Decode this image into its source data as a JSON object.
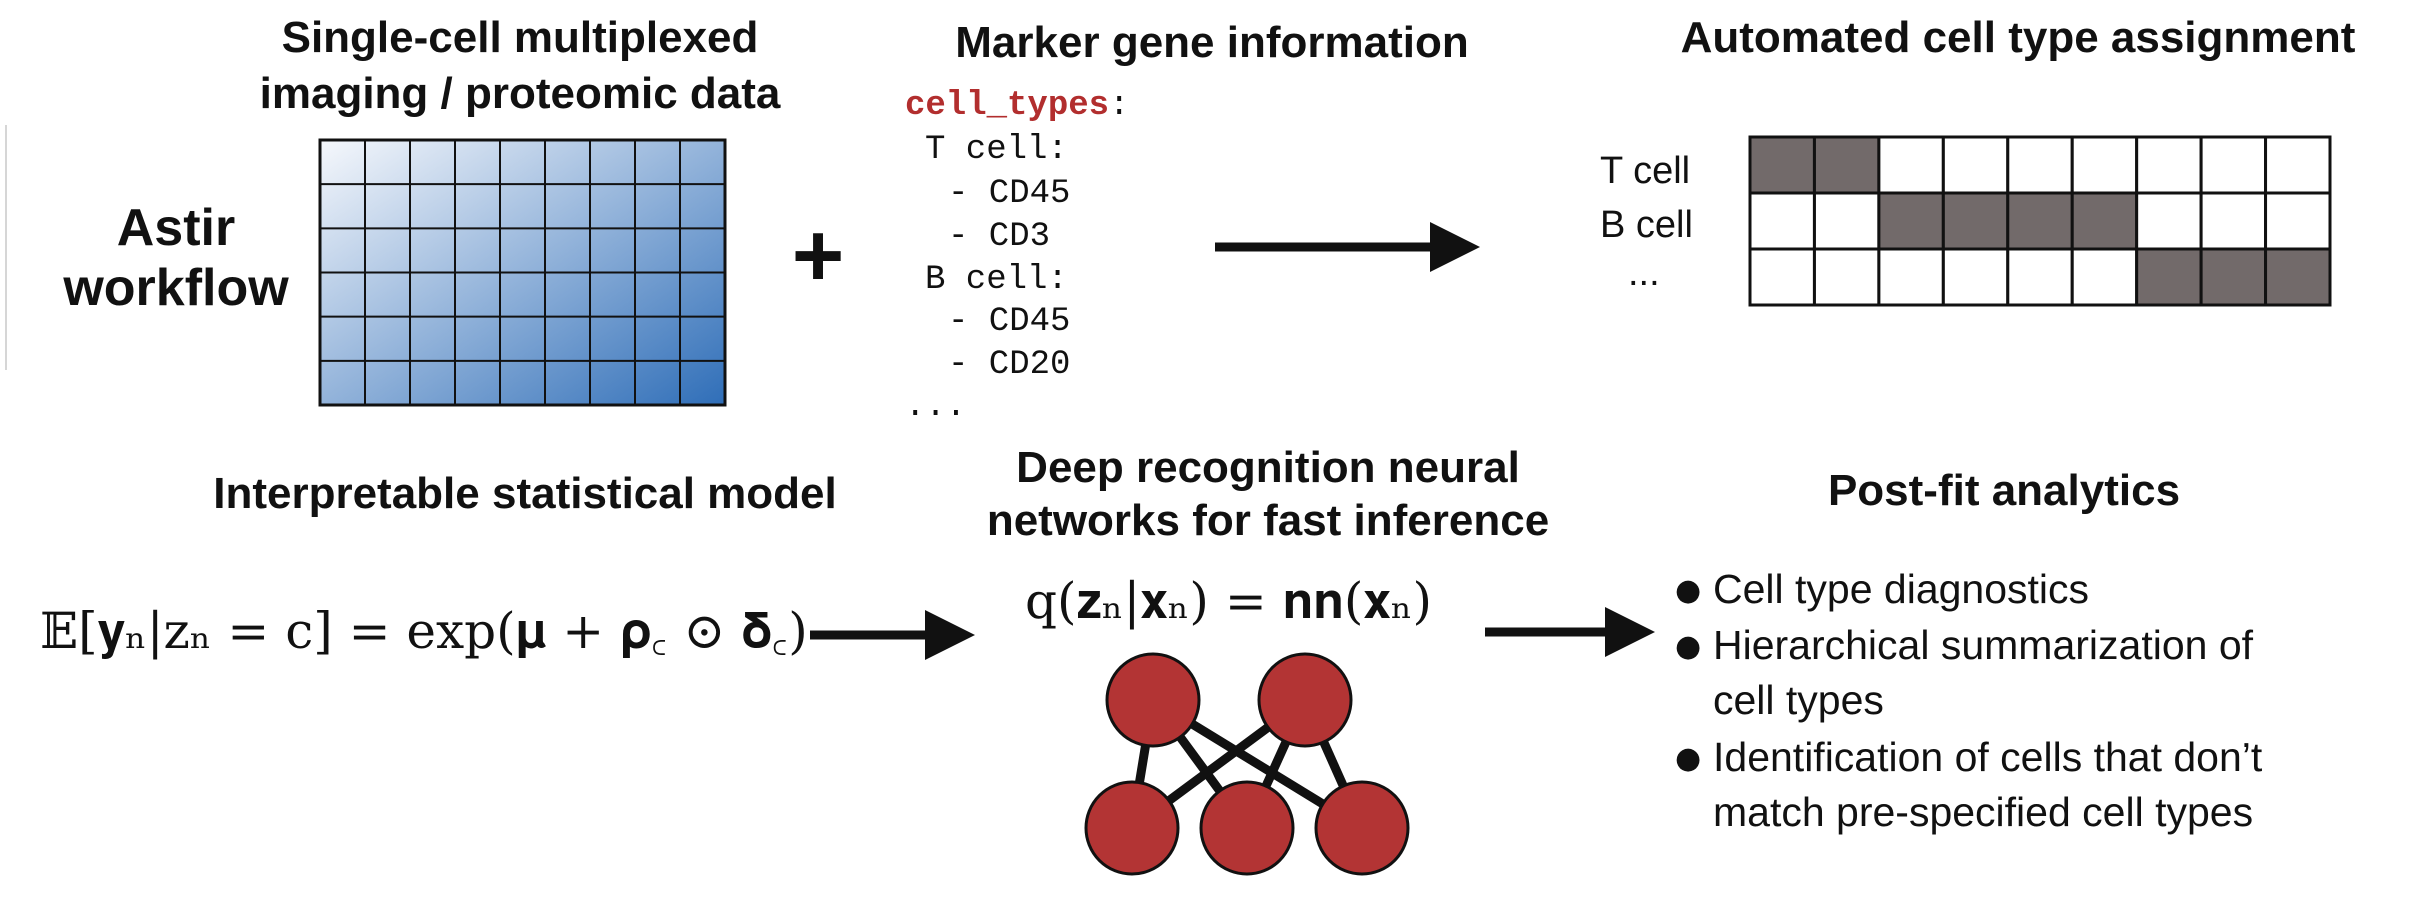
{
  "workflow_label": [
    "Astir",
    "workflow"
  ],
  "panels": {
    "input_data": {
      "title": [
        "Single-cell multiplexed",
        "imaging / proteomic data"
      ],
      "grid_rows": 6,
      "grid_cols": 9,
      "gradient_colors": [
        "#f6f8fc",
        "#2f6eb8"
      ]
    },
    "plus_sign": "+",
    "marker_info": {
      "title": "Marker gene information",
      "key": "cell_types",
      "colon": ":",
      "lines": [
        "T cell:",
        "- CD45",
        "- CD3",
        "B cell:",
        "- CD45",
        "- CD20",
        "..."
      ]
    },
    "assignment": {
      "title": "Automated cell type assignment",
      "row_labels": [
        "T cell",
        "B cell",
        "..."
      ],
      "grid_rows": 3,
      "grid_cols": 9,
      "filled_spans": [
        [
          0,
          1
        ],
        [
          2,
          5
        ],
        [
          6,
          8
        ]
      ],
      "fill_color": "#726a6a"
    },
    "model": {
      "title": "Interpretable statistical model",
      "equation": "𝔼[𝐲ₙ|zₙ = c] = exp(𝛍 + 𝛒꜀ ⊙ 𝛅꜀)"
    },
    "inference": {
      "title": [
        "Deep recognition neural",
        "networks for fast inference"
      ],
      "equation": "q(𝐳ₙ|𝐱ₙ) = 𝐧𝐧(𝐱ₙ)",
      "node_color": "#b33434"
    },
    "analytics": {
      "title": "Post-fit analytics",
      "bullet_char": "●",
      "bullets": [
        {
          "lines": [
            "Cell type  diagnostics"
          ]
        },
        {
          "lines": [
            "Hierarchical summarization of",
            "cell types"
          ]
        },
        {
          "lines": [
            "Identification of cells that don’t",
            "match pre-specified cell types"
          ]
        }
      ]
    }
  }
}
